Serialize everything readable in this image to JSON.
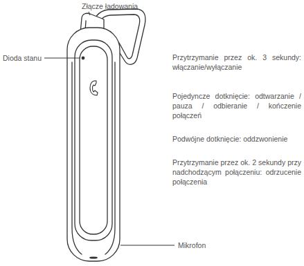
{
  "diagram": {
    "labels": [
      "Złącze ładowania",
      "Dioda stanu",
      "Przytrzymanie przez ok. 3 sekundy: włączanie/wyłączanie",
      "Pojedyncze dotknięcie: odtwarzanie / pauza / odbieranie / kończenie połączeń",
      "Podwójne dotknięcie: oddzwonienie",
      "Przytrzymanie przez ok. 2 sekundy przy nadchodzącym połączeniu: odrzucenie połączenia",
      "Mikrofon"
    ]
  }
}
